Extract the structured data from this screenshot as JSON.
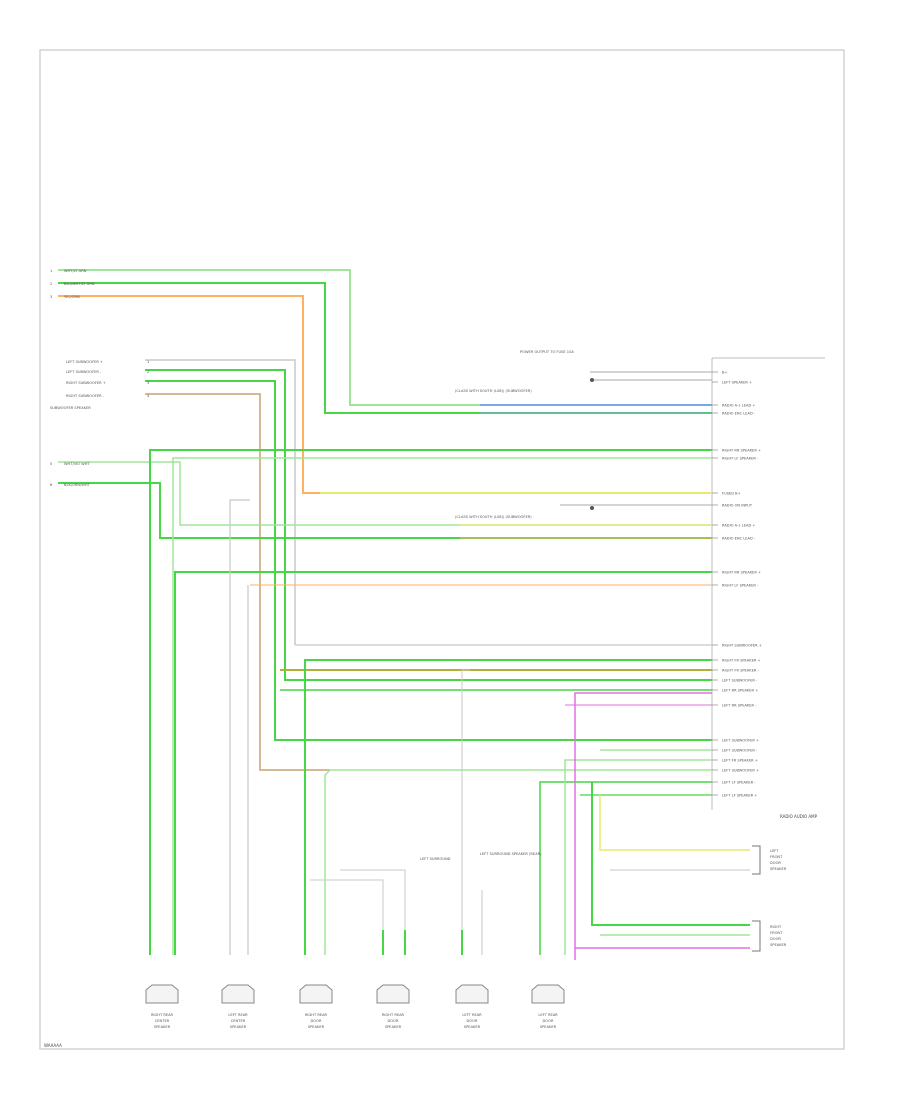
{
  "diagram": {
    "colors": {
      "border": "#c9c9c9",
      "wire_green": "#46d646",
      "wire_lightgreen": "#9fe59a",
      "wire_orange": "#ffb060",
      "wire_yellow": "#e8e870",
      "wire_blue": "#7aa7e8",
      "wire_magenta": "#e070e0",
      "wire_gray": "#c8c8c8",
      "wire_darkgreen": "#2f9c2f",
      "wire_olive": "#b0b038"
    },
    "footer_code": "WAAAAA",
    "module_label": "RADIO AUDIO AMP",
    "top_inputs": [
      {
        "pin": "1",
        "label": "WHT/LT GRN"
      },
      {
        "pin": "2",
        "label": "BLU/WHT/LT GRN"
      },
      {
        "pin": "3",
        "label": "YEL/ORN"
      }
    ],
    "left_group_title": "SUBWOOFER SPEAKER",
    "left_group": [
      {
        "pin": "1",
        "label": "LEFT SUBWOOFER +"
      },
      {
        "pin": "2",
        "label": "LEFT SUBWOOFER -"
      },
      {
        "pin": "3",
        "label": "RIGHT SUBWOOFER +"
      },
      {
        "pin": "4",
        "label": "RIGHT SUBWOOFER -"
      }
    ],
    "mid_inputs": [
      {
        "pin": "5",
        "label": "WHT/VIO WHT"
      },
      {
        "pin": "6",
        "label": "BLK/ORN/WHT"
      }
    ],
    "header_note": "POWER OUTPUT\nTO FUSE\n10A",
    "splice_notes": [
      "(CLASS WITH SOUTH (LS8)) (SUBWOOFER)",
      "(CLASS WITH SOUTH (LS8)) (SUBWOOFER)"
    ],
    "right_pins": [
      {
        "label": "B+"
      },
      {
        "label": "LEFT SPEAKER +"
      },
      {
        "label": "RADIO A-1 LEAD +"
      },
      {
        "label": "RADIO ENC LEAD -"
      },
      {
        "label": "RIGHT RR SPEAKER +"
      },
      {
        "label": "RIGHT LF SPEAKER -"
      },
      {
        "label": "FUSED B+"
      },
      {
        "label": "RADIO ON INPUT"
      },
      {
        "label": "RADIO A-1 LEAD +"
      },
      {
        "label": "RADIO ENC LEAD -"
      },
      {
        "label": "RIGHT RR SPEAKER +"
      },
      {
        "label": "RIGHT LF SPEAKER -"
      },
      {
        "label": "RIGHT SUBWOOFER +"
      },
      {
        "label": "RIGHT FR SPEAKER +"
      },
      {
        "label": "RIGHT FR SPEAKER -"
      },
      {
        "label": "LEFT SUBWOOFER -"
      },
      {
        "label": "LEFT RR SPEAKER +"
      },
      {
        "label": "LEFT RR SPEAKER -"
      },
      {
        "label": "LEFT SUBWOOFER +"
      },
      {
        "label": "LEFT SUBWOOFER -"
      },
      {
        "label": "LEFT FR SPEAKER +"
      },
      {
        "label": "LEFT SUBWOOFER +"
      },
      {
        "label": "LEFT LF SPEAKER -"
      },
      {
        "label": "LEFT LF SPEAKER +"
      }
    ],
    "mid_tags": [
      "LEFT SURROUND",
      "LEFT SURROUND SPEAKER (REAR)"
    ],
    "right_speakers": [
      {
        "lines": [
          "LEFT",
          "FRONT",
          "DOOR",
          "SPEAKER"
        ]
      },
      {
        "lines": [
          "RIGHT",
          "FRONT",
          "DOOR",
          "SPEAKER"
        ]
      }
    ],
    "bottom_speakers": [
      {
        "lines": [
          "RIGHT REAR",
          "CENTER",
          "SPEAKER"
        ]
      },
      {
        "lines": [
          "LEFT REAR",
          "CENTER",
          "SPEAKER"
        ]
      },
      {
        "lines": [
          "RIGHT REAR",
          "DOOR",
          "SPEAKER"
        ]
      },
      {
        "lines": [
          "RIGHT REAR",
          "DOOR",
          "SPEAKER"
        ]
      },
      {
        "lines": [
          "LEFT REAR",
          "DOOR",
          "SPEAKER"
        ]
      },
      {
        "lines": [
          "LEFT REAR",
          "DOOR",
          "SPEAKER"
        ]
      }
    ]
  }
}
